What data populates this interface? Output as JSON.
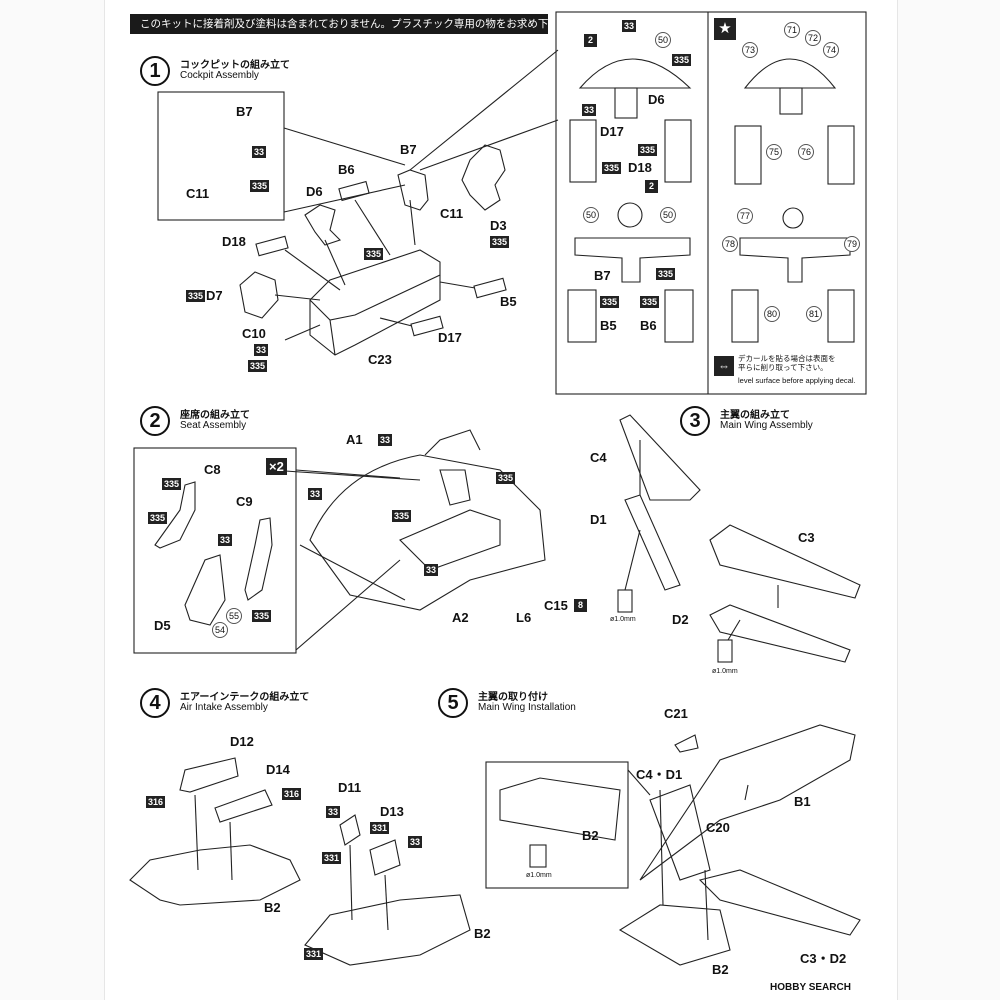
{
  "banner": "このキットに接着剤及び塗料は含まれておりません。プラスチック専用の物をお求め下さい。",
  "steps": [
    {
      "num": "1",
      "jp": "コックピットの組み立て",
      "en": "Cockpit Assembly"
    },
    {
      "num": "2",
      "jp": "座席の組み立て",
      "en": "Seat Assembly"
    },
    {
      "num": "3",
      "jp": "主翼の組み立て",
      "en": "Main Wing Assembly"
    },
    {
      "num": "4",
      "jp": "エアーインテークの組み立て",
      "en": "Air Intake Assembly"
    },
    {
      "num": "5",
      "jp": "主翼の取り付け",
      "en": "Main Wing Installation"
    }
  ],
  "parts": {
    "B7": "B7",
    "C11": "C11",
    "D6": "D6",
    "B6": "B6",
    "D3": "D3",
    "D18": "D18",
    "D7": "D7",
    "C10": "C10",
    "B5": "B5",
    "D17": "D17",
    "C23": "C23",
    "C8": "C8",
    "C9": "C9",
    "D5": "D5",
    "A1": "A1",
    "A2": "A2",
    "L6": "L6",
    "C15": "C15",
    "C4": "C4",
    "D1": "D1",
    "C3": "C3",
    "D2": "D2",
    "D12": "D12",
    "D14": "D14",
    "D11": "D11",
    "D13": "D13",
    "B2": "B2",
    "C21": "C21",
    "C4D1": "C4・D1",
    "B1": "B1",
    "C20": "C20",
    "C3D2": "C3・D2"
  },
  "paint": {
    "p33": "33",
    "p335": "335",
    "p316": "316",
    "p331": "331"
  },
  "decals": {
    "d2": "2",
    "d8": "8",
    "d50": "50",
    "d71": "71",
    "d72": "72",
    "d73": "73",
    "d74": "74",
    "d75": "75",
    "d76": "76",
    "d77": "77",
    "d78": "78",
    "d79": "79",
    "d80": "80",
    "d81": "81",
    "d54": "54",
    "d55": "55"
  },
  "x2": "×2",
  "star": "★",
  "decal_note_jp": "デカールを貼る場合は表面を\n平らに削り取って下さい。",
  "decal_note_en": "level surface before applying decal.",
  "drill": "ø1.0mm",
  "brand": "HOBBY SEARCH",
  "colors": {
    "ink": "#111111",
    "paint_chip": "#222222"
  }
}
